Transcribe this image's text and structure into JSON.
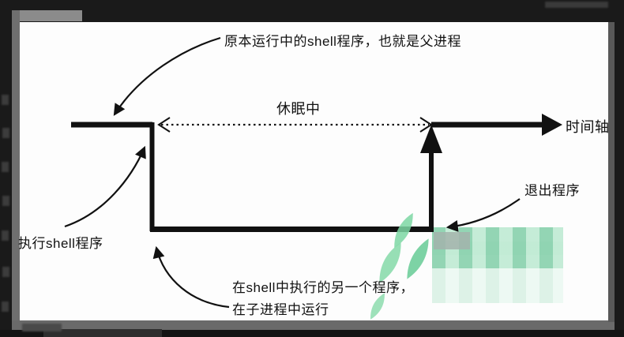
{
  "diagram": {
    "labels": {
      "parent": "原本运行中的shell程序，也就是父进程",
      "sleeping": "休眠中",
      "time_axis": "时间轴",
      "exec_shell": "执行shell程序",
      "exit_program": "退出程序",
      "child_line1": "在shell中执行的另一个程序，",
      "child_line2": "在子进程中运行"
    },
    "colors": {
      "line": "#111111",
      "canvas_bg": "#fdfdfd",
      "frame_bg": "#1a1a1a",
      "frame_gray": "#6f6f6f",
      "leaf_green": "#7dd7a3",
      "leaf_green_dark": "#66cb95",
      "mosaic_green": "#bfe9d4",
      "mosaic_light": "#ddf2e7"
    }
  }
}
